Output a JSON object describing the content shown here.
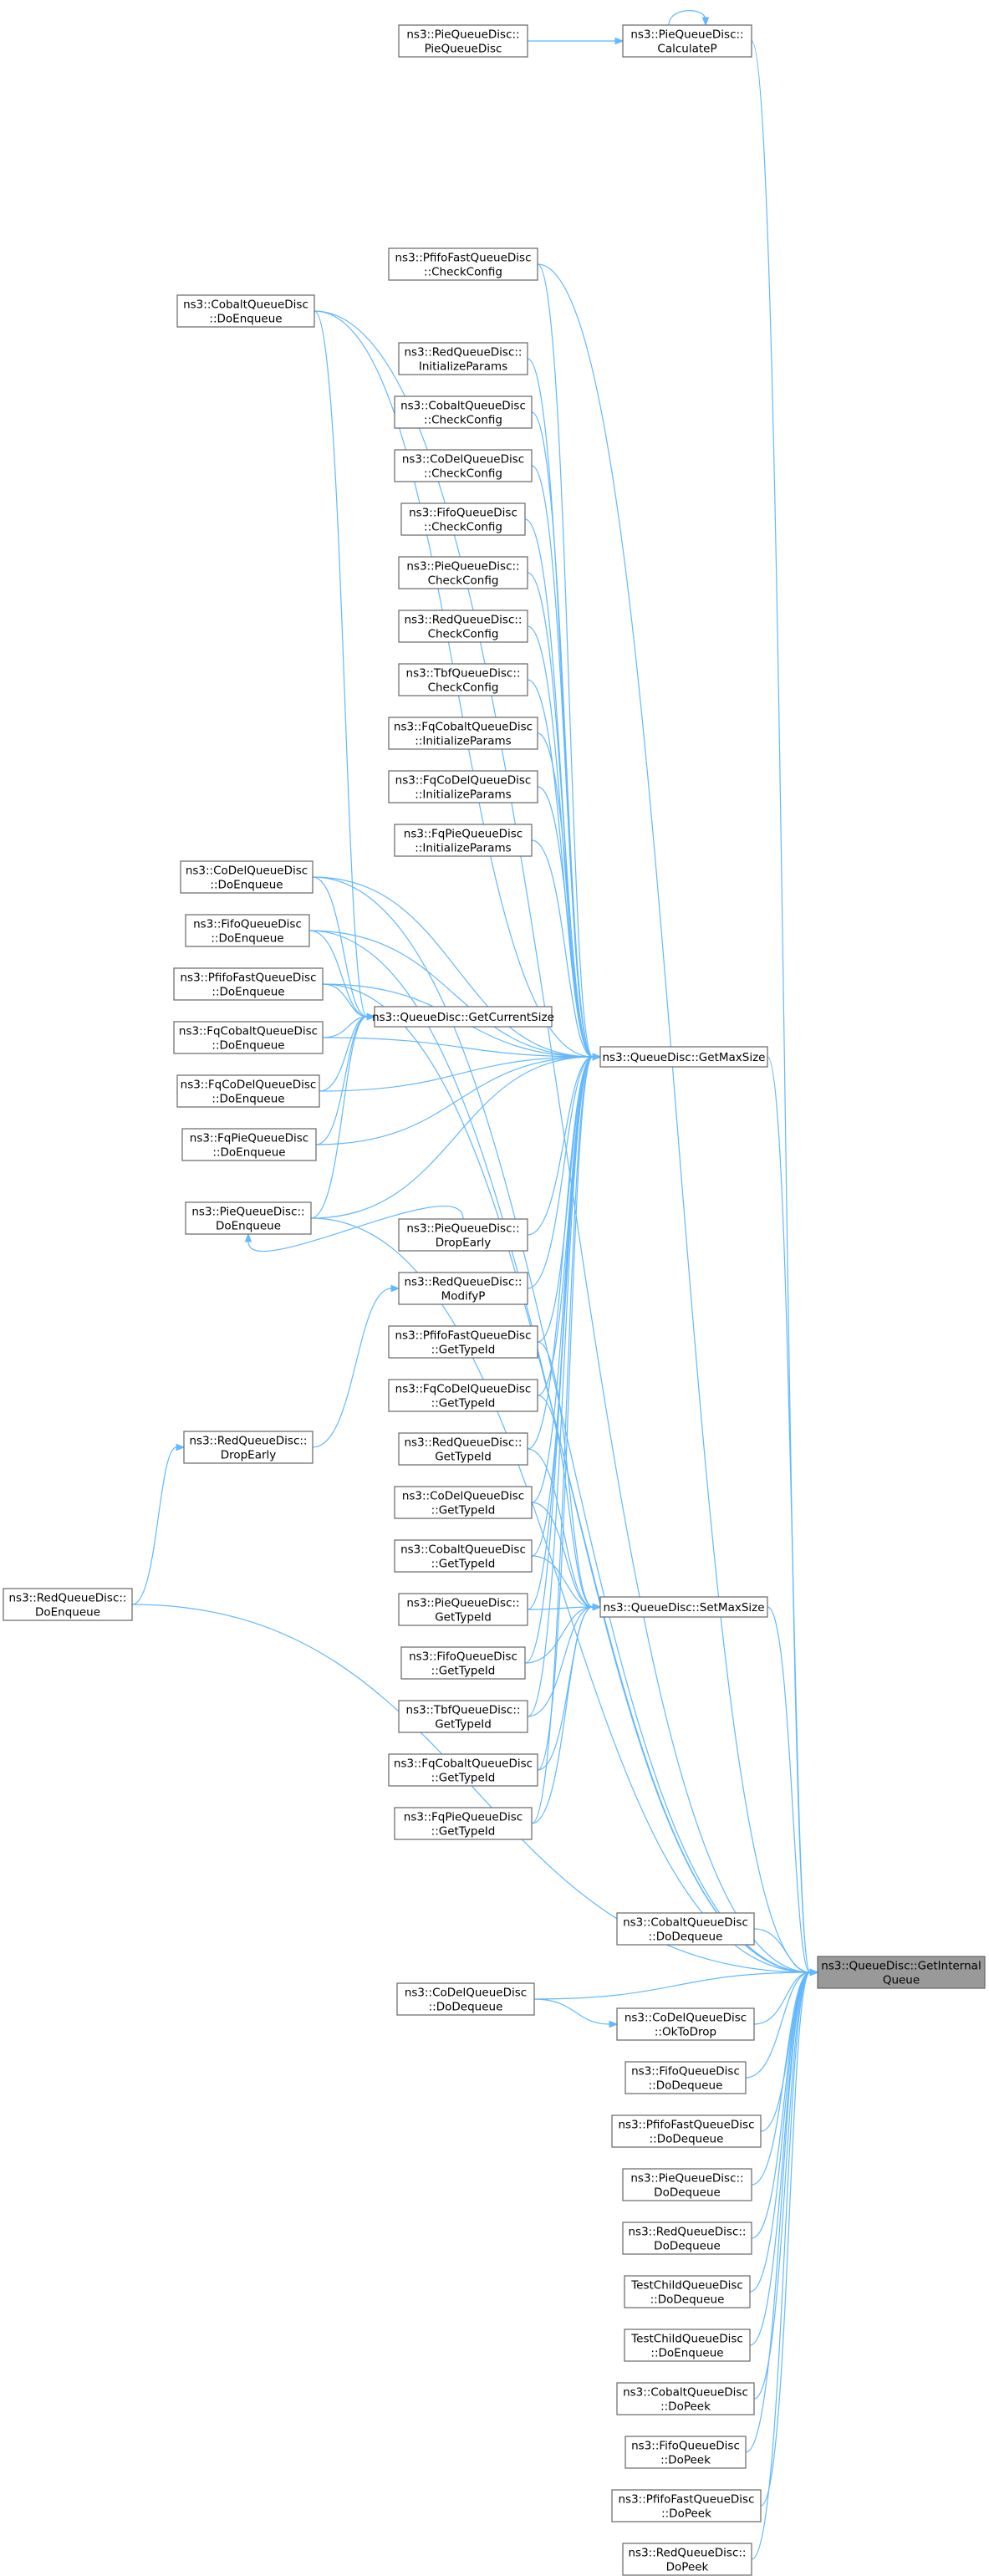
{
  "nodes": [
    {
      "id": "root",
      "lines": [
        "ns3::QueueDisc::GetInternal",
        "Queue"
      ]
    },
    {
      "id": "getMaxSize",
      "lines": [
        "ns3::QueueDisc::GetMaxSize"
      ]
    },
    {
      "id": "setMaxSize",
      "lines": [
        "ns3::QueueDisc::SetMaxSize"
      ]
    },
    {
      "id": "getCurrentSize",
      "lines": [
        "ns3::QueueDisc::GetCurrentSize"
      ]
    },
    {
      "id": "pieCalcP",
      "lines": [
        "ns3::PieQueueDisc::",
        "CalculateP"
      ]
    },
    {
      "id": "pieCtor",
      "lines": [
        "ns3::PieQueueDisc::",
        "PieQueueDisc"
      ]
    },
    {
      "id": "pfifoCheck",
      "lines": [
        "ns3::PfifoFastQueueDisc",
        "::CheckConfig"
      ]
    },
    {
      "id": "redInit",
      "lines": [
        "ns3::RedQueueDisc::",
        "InitializeParams"
      ]
    },
    {
      "id": "cobaltCheck",
      "lines": [
        "ns3::CobaltQueueDisc",
        "::CheckConfig"
      ]
    },
    {
      "id": "codelCheck",
      "lines": [
        "ns3::CoDelQueueDisc",
        "::CheckConfig"
      ]
    },
    {
      "id": "fifoCheck",
      "lines": [
        "ns3::FifoQueueDisc",
        "::CheckConfig"
      ]
    },
    {
      "id": "pieCheck",
      "lines": [
        "ns3::PieQueueDisc::",
        "CheckConfig"
      ]
    },
    {
      "id": "redCheck",
      "lines": [
        "ns3::RedQueueDisc::",
        "CheckConfig"
      ]
    },
    {
      "id": "tbfCheck",
      "lines": [
        "ns3::TbfQueueDisc::",
        "CheckConfig"
      ]
    },
    {
      "id": "fqCobaltInit",
      "lines": [
        "ns3::FqCobaltQueueDisc",
        "::InitializeParams"
      ]
    },
    {
      "id": "fqCodelInit",
      "lines": [
        "ns3::FqCoDelQueueDisc",
        "::InitializeParams"
      ]
    },
    {
      "id": "fqPieInit",
      "lines": [
        "ns3::FqPieQueueDisc",
        "::InitializeParams"
      ]
    },
    {
      "id": "cobaltEnq",
      "lines": [
        "ns3::CobaltQueueDisc",
        "::DoEnqueue"
      ]
    },
    {
      "id": "codelEnq",
      "lines": [
        "ns3::CoDelQueueDisc",
        "::DoEnqueue"
      ]
    },
    {
      "id": "fifoEnq",
      "lines": [
        "ns3::FifoQueueDisc",
        "::DoEnqueue"
      ]
    },
    {
      "id": "pfifoEnq",
      "lines": [
        "ns3::PfifoFastQueueDisc",
        "::DoEnqueue"
      ]
    },
    {
      "id": "fqCobaltEnq",
      "lines": [
        "ns3::FqCobaltQueueDisc",
        "::DoEnqueue"
      ]
    },
    {
      "id": "fqCodelEnq",
      "lines": [
        "ns3::FqCoDelQueueDisc",
        "::DoEnqueue"
      ]
    },
    {
      "id": "fqPieEnq",
      "lines": [
        "ns3::FqPieQueueDisc",
        "::DoEnqueue"
      ]
    },
    {
      "id": "pieEnq",
      "lines": [
        "ns3::PieQueueDisc::",
        "DoEnqueue"
      ]
    },
    {
      "id": "pieDropEarly",
      "lines": [
        "ns3::PieQueueDisc::",
        "DropEarly"
      ]
    },
    {
      "id": "redModifyP",
      "lines": [
        "ns3::RedQueueDisc::",
        "ModifyP"
      ]
    },
    {
      "id": "redDropEarly",
      "lines": [
        "ns3::RedQueueDisc::",
        "DropEarly"
      ]
    },
    {
      "id": "redEnq",
      "lines": [
        "ns3::RedQueueDisc::",
        "DoEnqueue"
      ]
    },
    {
      "id": "pfifoType",
      "lines": [
        "ns3::PfifoFastQueueDisc",
        "::GetTypeId"
      ]
    },
    {
      "id": "fqCodelType",
      "lines": [
        "ns3::FqCoDelQueueDisc",
        "::GetTypeId"
      ]
    },
    {
      "id": "redType",
      "lines": [
        "ns3::RedQueueDisc::",
        "GetTypeId"
      ]
    },
    {
      "id": "codelType",
      "lines": [
        "ns3::CoDelQueueDisc",
        "::GetTypeId"
      ]
    },
    {
      "id": "cobaltType",
      "lines": [
        "ns3::CobaltQueueDisc",
        "::GetTypeId"
      ]
    },
    {
      "id": "pieType",
      "lines": [
        "ns3::PieQueueDisc::",
        "GetTypeId"
      ]
    },
    {
      "id": "fifoType",
      "lines": [
        "ns3::FifoQueueDisc",
        "::GetTypeId"
      ]
    },
    {
      "id": "tbfType",
      "lines": [
        "ns3::TbfQueueDisc::",
        "GetTypeId"
      ]
    },
    {
      "id": "fqCobaltType",
      "lines": [
        "ns3::FqCobaltQueueDisc",
        "::GetTypeId"
      ]
    },
    {
      "id": "fqPieType",
      "lines": [
        "ns3::FqPieQueueDisc",
        "::GetTypeId"
      ]
    },
    {
      "id": "cobaltDeq",
      "lines": [
        "ns3::CobaltQueueDisc",
        "::DoDequeue"
      ]
    },
    {
      "id": "codelDeq",
      "lines": [
        "ns3::CoDelQueueDisc",
        "::DoDequeue"
      ]
    },
    {
      "id": "codelOk",
      "lines": [
        "ns3::CoDelQueueDisc",
        "::OkToDrop"
      ]
    },
    {
      "id": "fifoDeq",
      "lines": [
        "ns3::FifoQueueDisc",
        "::DoDequeue"
      ]
    },
    {
      "id": "pfifoDeq",
      "lines": [
        "ns3::PfifoFastQueueDisc",
        "::DoDequeue"
      ]
    },
    {
      "id": "pieDeq",
      "lines": [
        "ns3::PieQueueDisc::",
        "DoDequeue"
      ]
    },
    {
      "id": "redDeq",
      "lines": [
        "ns3::RedQueueDisc::",
        "DoDequeue"
      ]
    },
    {
      "id": "testDeq",
      "lines": [
        "TestChildQueueDisc",
        "::DoDequeue"
      ]
    },
    {
      "id": "testEnq",
      "lines": [
        "TestChildQueueDisc",
        "::DoEnqueue"
      ]
    },
    {
      "id": "cobaltPeek",
      "lines": [
        "ns3::CobaltQueueDisc",
        "::DoPeek"
      ]
    },
    {
      "id": "fifoPeek",
      "lines": [
        "ns3::FifoQueueDisc",
        "::DoPeek"
      ]
    },
    {
      "id": "pfifoPeek",
      "lines": [
        "ns3::PfifoFastQueueDisc",
        "::DoPeek"
      ]
    },
    {
      "id": "redPeek",
      "lines": [
        "ns3::RedQueueDisc::",
        "DoPeek"
      ]
    }
  ],
  "edges": [
    [
      "pieCalcP",
      "pieCalcP"
    ],
    [
      "pieCtor",
      "pieCalcP"
    ],
    [
      "pieCalcP",
      "root"
    ],
    [
      "cobaltEnq",
      "root"
    ],
    [
      "cobaltEnq",
      "getMaxSize"
    ],
    [
      "cobaltEnq",
      "getCurrentSize"
    ],
    [
      "pfifoCheck",
      "getMaxSize"
    ],
    [
      "pfifoCheck",
      "root"
    ],
    [
      "redInit",
      "getMaxSize"
    ],
    [
      "cobaltCheck",
      "getMaxSize"
    ],
    [
      "codelCheck",
      "getMaxSize"
    ],
    [
      "fifoCheck",
      "getMaxSize"
    ],
    [
      "pieCheck",
      "getMaxSize"
    ],
    [
      "redCheck",
      "getMaxSize"
    ],
    [
      "tbfCheck",
      "getMaxSize"
    ],
    [
      "fqCobaltInit",
      "getMaxSize"
    ],
    [
      "fqCodelInit",
      "getMaxSize"
    ],
    [
      "fqPieInit",
      "getMaxSize"
    ],
    [
      "codelEnq",
      "getMaxSize"
    ],
    [
      "codelEnq",
      "getCurrentSize"
    ],
    [
      "codelEnq",
      "root"
    ],
    [
      "fifoEnq",
      "getMaxSize"
    ],
    [
      "fifoEnq",
      "getCurrentSize"
    ],
    [
      "fifoEnq",
      "root"
    ],
    [
      "pfifoEnq",
      "getMaxSize"
    ],
    [
      "pfifoEnq",
      "getCurrentSize"
    ],
    [
      "pfifoEnq",
      "root"
    ],
    [
      "fqCobaltEnq",
      "getMaxSize"
    ],
    [
      "fqCobaltEnq",
      "getCurrentSize"
    ],
    [
      "fqCodelEnq",
      "getMaxSize"
    ],
    [
      "fqCodelEnq",
      "getCurrentSize"
    ],
    [
      "fqPieEnq",
      "getMaxSize"
    ],
    [
      "fqPieEnq",
      "getCurrentSize"
    ],
    [
      "pieEnq",
      "getMaxSize"
    ],
    [
      "pieEnq",
      "getCurrentSize"
    ],
    [
      "pieEnq",
      "root"
    ],
    [
      "pieDropEarly",
      "pieEnq"
    ],
    [
      "pieDropEarly",
      "getMaxSize"
    ],
    [
      "redModifyP",
      "getMaxSize"
    ],
    [
      "redDropEarly",
      "redModifyP"
    ],
    [
      "redEnq",
      "redDropEarly"
    ],
    [
      "redEnq",
      "root"
    ],
    [
      "pfifoType",
      "getMaxSize"
    ],
    [
      "pfifoType",
      "setMaxSize"
    ],
    [
      "fqCodelType",
      "getMaxSize"
    ],
    [
      "fqCodelType",
      "setMaxSize"
    ],
    [
      "redType",
      "getMaxSize"
    ],
    [
      "redType",
      "setMaxSize"
    ],
    [
      "codelType",
      "getMaxSize"
    ],
    [
      "codelType",
      "setMaxSize"
    ],
    [
      "cobaltType",
      "getMaxSize"
    ],
    [
      "cobaltType",
      "setMaxSize"
    ],
    [
      "pieType",
      "getMaxSize"
    ],
    [
      "pieType",
      "setMaxSize"
    ],
    [
      "fifoType",
      "getMaxSize"
    ],
    [
      "fifoType",
      "setMaxSize"
    ],
    [
      "tbfType",
      "getMaxSize"
    ],
    [
      "tbfType",
      "setMaxSize"
    ],
    [
      "fqCobaltType",
      "getMaxSize"
    ],
    [
      "fqCobaltType",
      "setMaxSize"
    ],
    [
      "fqPieType",
      "getMaxSize"
    ],
    [
      "fqPieType",
      "setMaxSize"
    ],
    [
      "getMaxSize",
      "root"
    ],
    [
      "setMaxSize",
      "root"
    ],
    [
      "cobaltDeq",
      "root"
    ],
    [
      "codelDeq",
      "root"
    ],
    [
      "codelDeq",
      "codelOk"
    ],
    [
      "codelOk",
      "root"
    ],
    [
      "fifoDeq",
      "root"
    ],
    [
      "pfifoDeq",
      "root"
    ],
    [
      "pieDeq",
      "root"
    ],
    [
      "redDeq",
      "root"
    ],
    [
      "testDeq",
      "root"
    ],
    [
      "testEnq",
      "root"
    ],
    [
      "cobaltPeek",
      "root"
    ],
    [
      "fifoPeek",
      "root"
    ],
    [
      "pfifoPeek",
      "root"
    ],
    [
      "redPeek",
      "root"
    ]
  ]
}
